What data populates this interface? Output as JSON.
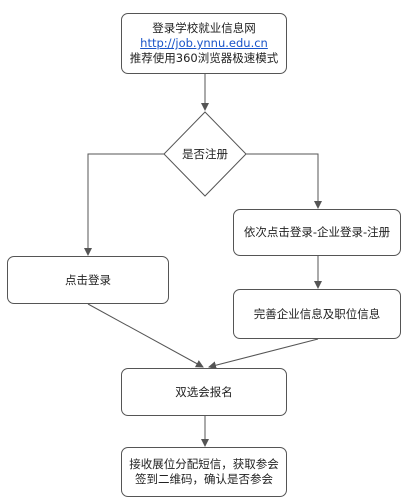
{
  "diagram": {
    "start": {
      "line1": "登录学校就业信息网",
      "link": "http://job.ynnu.edu.cn",
      "line3": "推荐使用360浏览器极速模式"
    },
    "decision": "是否注册",
    "left_step": "点击登录",
    "right_step1": "依次点击登录-企业登录-注册",
    "right_step2": "完善企业信息及职位信息",
    "merge_step": "双选会报名",
    "end": {
      "line1": "接收展位分配短信，获取参会",
      "line2": "签到二维码，确认是否参会"
    }
  },
  "colors": {
    "line": "#555555",
    "link": "#1a55c9"
  }
}
